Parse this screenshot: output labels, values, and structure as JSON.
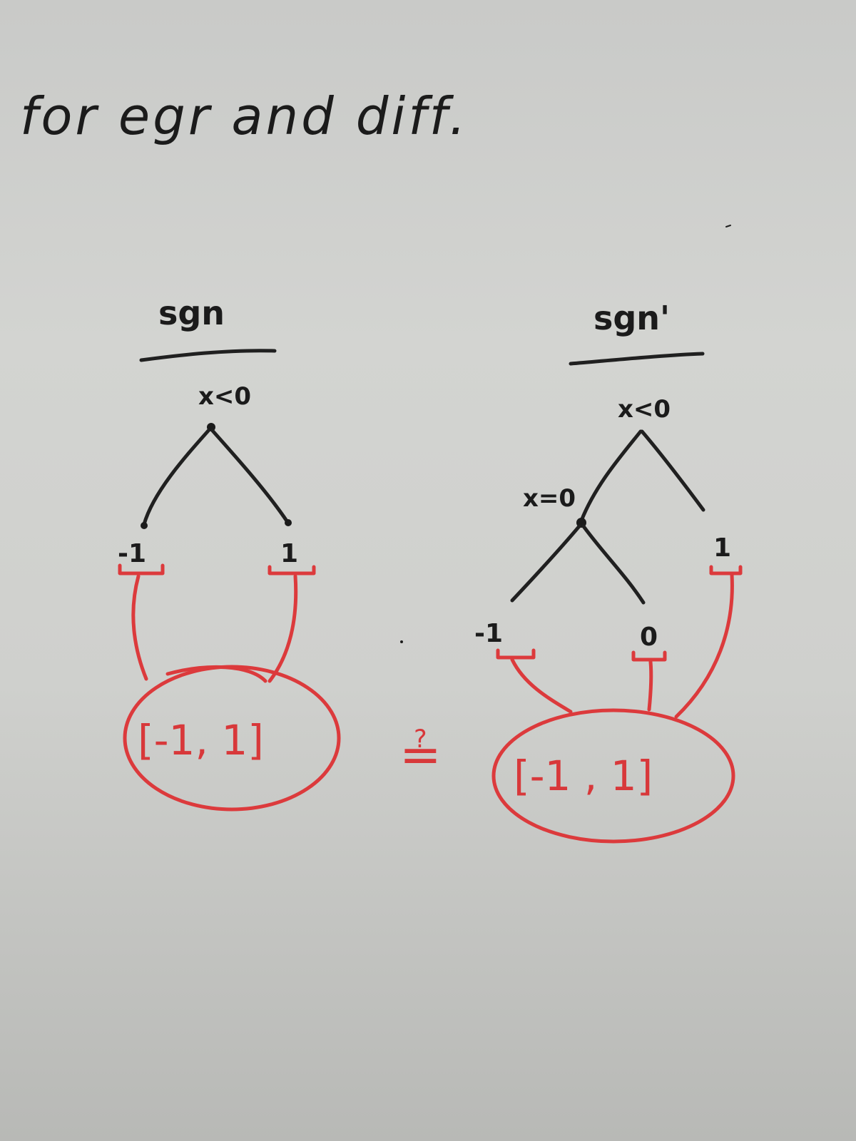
{
  "heading": "for egr and diff.",
  "left_tree": {
    "title": "sgn",
    "condition": "x<0",
    "leaves": [
      "-1",
      "1"
    ],
    "result": "[-1, 1]"
  },
  "right_tree": {
    "title": "sgn'",
    "condition_root": "x<0",
    "condition_inner": "x=0",
    "leaves": [
      "-1",
      "0",
      "1"
    ],
    "result": "[-1 , 1]"
  },
  "comparison_symbol": "≟",
  "colors": {
    "ink_black": "#1b1b1b",
    "ink_red": "#dc3a3c",
    "whiteboard": "#cfd0cd"
  }
}
